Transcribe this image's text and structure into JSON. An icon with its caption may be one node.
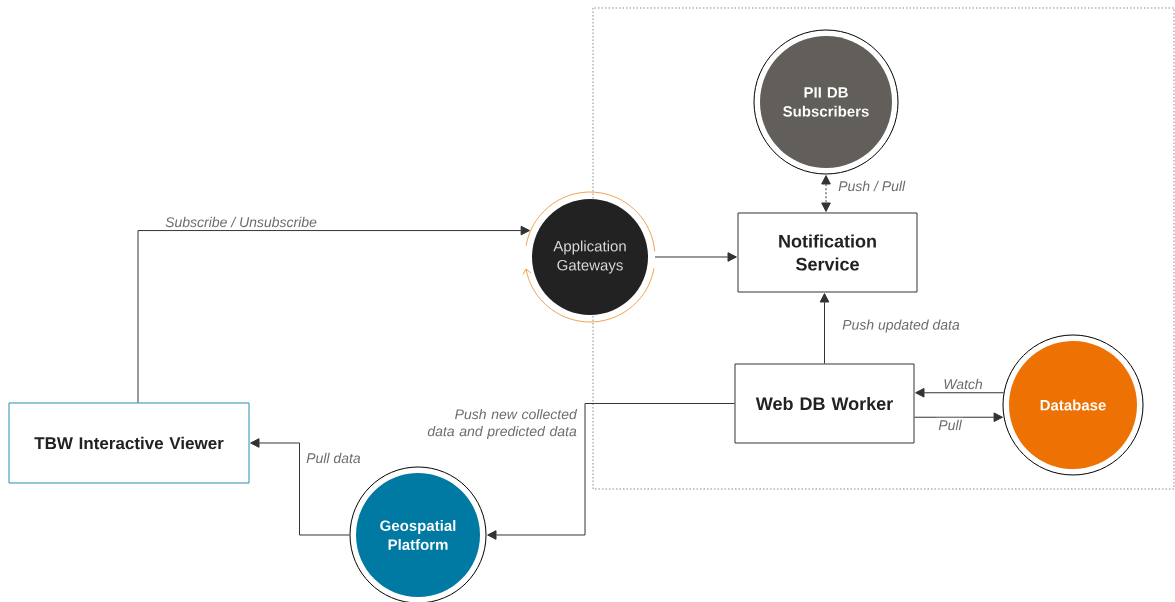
{
  "diagram": {
    "nodes": [
      {
        "text": [
          "TBW Interactive Viewer"
        ]
      },
      {
        "text": [
          "Application Gateways"
        ]
      },
      {
        "text": [
          "Notification Service"
        ]
      },
      {
        "text": [
          "PII DB Subscribers"
        ]
      },
      {
        "text": [
          "Web DB Worker"
        ]
      },
      {
        "text": [
          "Database"
        ]
      },
      {
        "text": [
          "Geospatial Platform"
        ]
      }
    ],
    "edges": [
      {
        "from": 0,
        "to": 1,
        "arrow": "to",
        "label": "Subscribe / Unsubscribe"
      },
      {
        "from": 1,
        "to": 2,
        "arrow": "to"
      },
      {
        "from": 3,
        "to": 2,
        "arrow": "both",
        "style": "dashed",
        "label": "Push / Pull"
      },
      {
        "from": 4,
        "to": 2,
        "arrow": "to",
        "label": "Push updated data"
      },
      {
        "from": 5,
        "to": 4,
        "arrow": "to",
        "label": "Watch"
      },
      {
        "from": 4,
        "to": 5,
        "arrow": "to",
        "label": "Pull"
      },
      {
        "from": 4,
        "to": 6,
        "arrow": "to",
        "label": "Push new collected data and predicted data"
      },
      {
        "from": 6,
        "to": 0,
        "arrow": "to",
        "label": "Pull data"
      }
    ]
  }
}
